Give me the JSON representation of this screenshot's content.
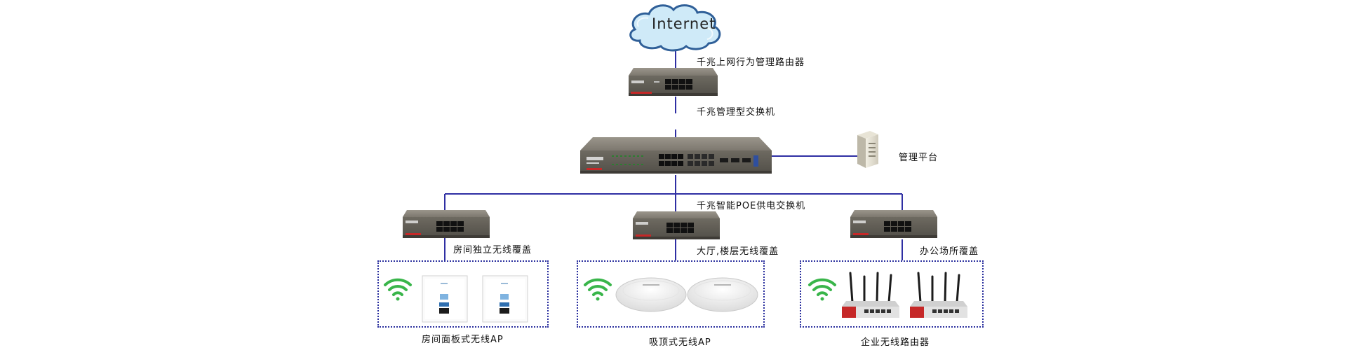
{
  "cloud": {
    "label": "Internet"
  },
  "labels": {
    "router": "千兆上网行为管理路由器",
    "mgmt_switch": "千兆管理型交换机",
    "platform": "管理平台",
    "poe_switch": "千兆智能POE供电交换机",
    "zone_room": "房间独立无线覆盖",
    "zone_hall": "大厅,楼层无线覆盖",
    "zone_office": "办公场所覆盖",
    "ap_panel": "房间面板式无线AP",
    "ap_ceiling": "吸顶式无线AP",
    "ap_router": "企业无线路由器"
  },
  "colors": {
    "link": "#2f2fa3",
    "device_body": "#6f6b62",
    "wifi": "#39b54a",
    "router_red": "#c62828"
  }
}
